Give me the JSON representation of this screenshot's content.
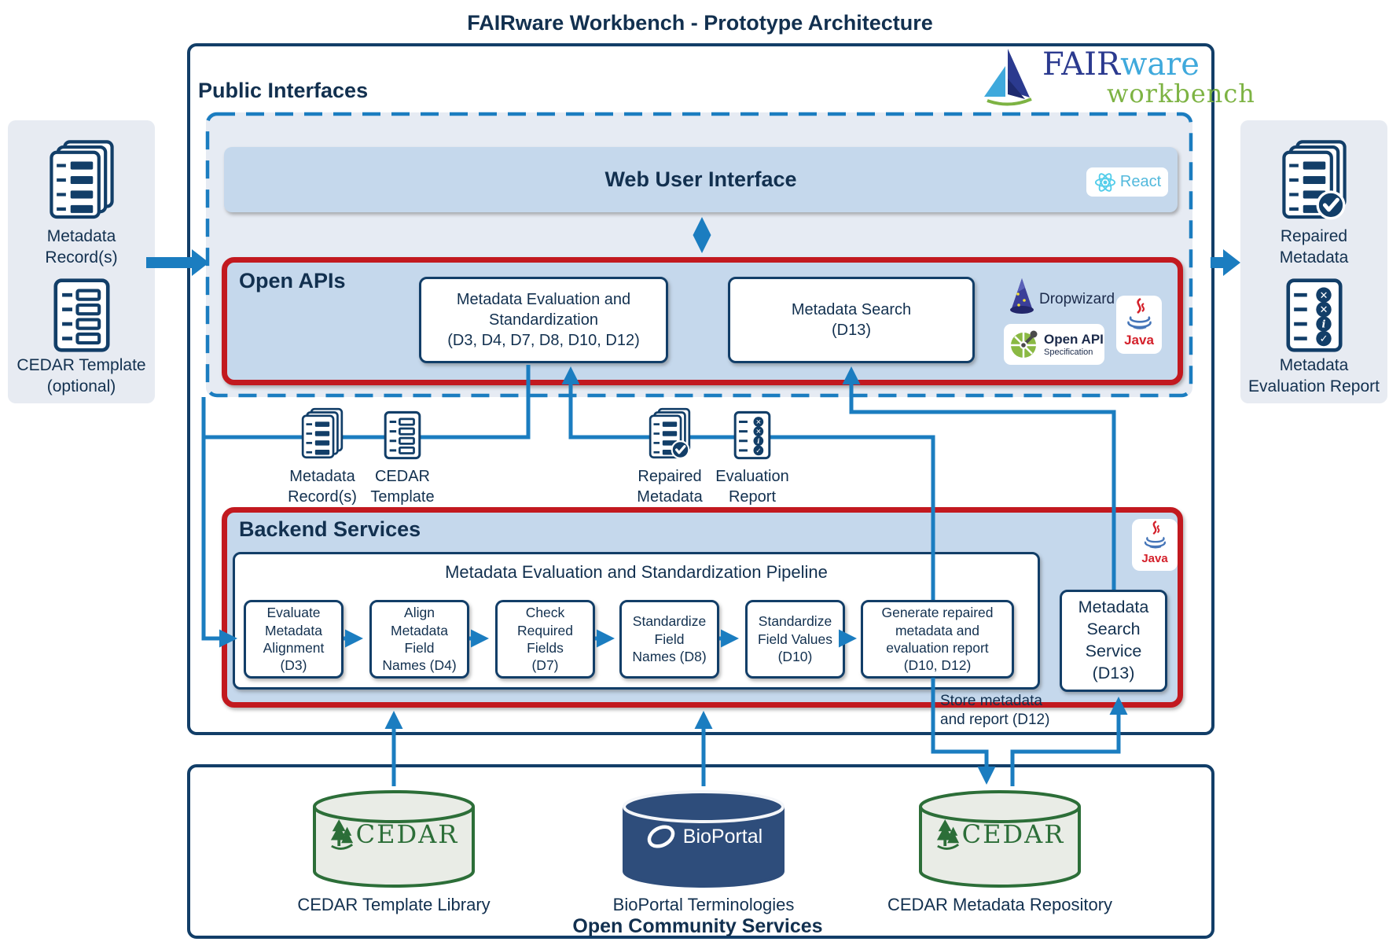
{
  "title": "FAIRware Workbench - Prototype Architecture",
  "logo": {
    "fair": "FAIR",
    "ware": "ware",
    "workbench": "workbench"
  },
  "input_panel": {
    "items": [
      {
        "label": "Metadata\nRecord(s)"
      },
      {
        "label": "CEDAR Template\n(optional)"
      }
    ]
  },
  "output_panel": {
    "items": [
      {
        "label": "Repaired\nMetadata"
      },
      {
        "label": "Metadata\nEvaluation Report"
      }
    ]
  },
  "public_interfaces": {
    "heading": "Public Interfaces",
    "web_ui": {
      "label": "Web User Interface",
      "react_label": "React"
    },
    "open_apis": {
      "heading": "Open APIs",
      "boxes": [
        {
          "label": "Metadata Evaluation and\nStandardization\n(D3, D4, D7, D8, D10, D12)"
        },
        {
          "label": "Metadata Search\n(D13)"
        }
      ],
      "badges": {
        "dropwizard": "Dropwizard",
        "openapi_title": "Open API",
        "openapi_subtitle": "Specification",
        "java": "Java"
      }
    }
  },
  "flow_icons": {
    "items": [
      {
        "label": "Metadata\nRecord(s)"
      },
      {
        "label": "CEDAR\nTemplate"
      },
      {
        "label": "Repaired\nMetadata"
      },
      {
        "label": "Evaluation\nReport"
      }
    ]
  },
  "backend": {
    "heading": "Backend Services",
    "java_badge": "Java",
    "pipeline": {
      "title": "Metadata Evaluation and Standardization Pipeline",
      "steps": [
        {
          "label": "Evaluate\nMetadata\nAlignment\n(D3)"
        },
        {
          "label": "Align\nMetadata\nField\nNames (D4)"
        },
        {
          "label": "Check\nRequired\nFields\n(D7)"
        },
        {
          "label": "Standardize\nField\nNames (D8)"
        },
        {
          "label": "Standardize\nField Values\n(D10)"
        },
        {
          "label": "Generate repaired\nmetadata and\nevaluation report\n(D10, D12)"
        }
      ]
    },
    "search_service": {
      "label": "Metadata\nSearch\nService\n(D13)"
    },
    "store_note": "Store metadata\nand report (D12)"
  },
  "community": {
    "heading": "Open Community Services",
    "stores": [
      {
        "logo_text": "CEDAR",
        "label": "CEDAR Template Library"
      },
      {
        "logo_text": "BioPortal",
        "label": "BioPortal Terminologies"
      },
      {
        "logo_text": "CEDAR",
        "label": "CEDAR Metadata Repository"
      }
    ]
  },
  "icons": {
    "fairware-sail-icon": "two-tone triangular sail",
    "metadata-records-icon": "stacked documents with filled field rows",
    "cedar-template-icon": "document with outlined field rows",
    "repaired-metadata-icon": "stacked documents with check badge",
    "evaluation-report-icon": "document with x/x/i/check status badges",
    "react-icon": "cyan atom",
    "dropwizard-icon": "blue wizard hat",
    "openapi-icon": "green segmented circle with node arm",
    "java-icon": "coffee cup with steam",
    "cedar-trees-icon": "green pine trees over arc",
    "bioportal-ring-icon": "white ellipse ring",
    "arrow-icon": "blue flow arrow"
  },
  "colors": {
    "navy_border": "#123e68",
    "navy_text": "#12304f",
    "red_accent": "#c2191f",
    "flow_blue": "#1b7dc0",
    "fill_blue": "#c5d8ec",
    "fill_light": "#e6ebf3",
    "panel_fill": "#e7ebf2",
    "cedar_green": "#2c6e38",
    "bioportal_navy": "#2e4d7b",
    "react_cyan": "#53cdea",
    "logo_navy": "#2b3a8f",
    "logo_blue": "#3fa9dc",
    "logo_green": "#7db343",
    "java_red": "#d4212b"
  }
}
